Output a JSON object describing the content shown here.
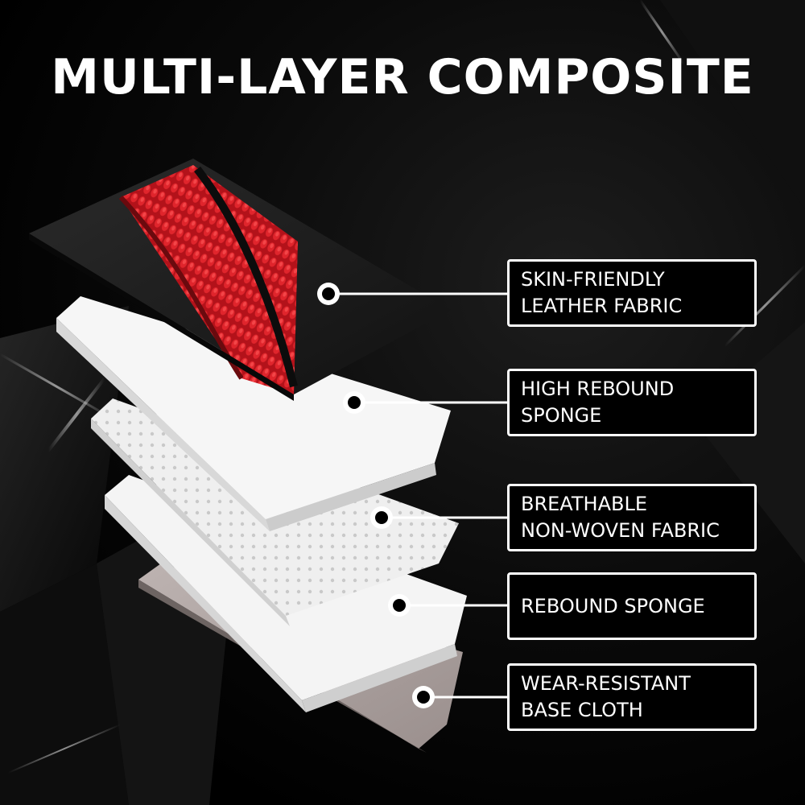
{
  "title": "MULTI-LAYER COMPOSITE",
  "layers": [
    {
      "label": "SKIN-FRIENDLY\nLEATHER FABRIC"
    },
    {
      "label": "HIGH REBOUND\nSPONGE"
    },
    {
      "label": "BREATHABLE\nNON-WOVEN FABRIC"
    },
    {
      "label": "REBOUND SPONGE"
    },
    {
      "label": "WEAR-RESISTANT\nBASE CLOTH"
    }
  ],
  "colors": {
    "background": "#000000",
    "label_border": "#ffffff",
    "label_text": "#ffffff",
    "leather": "#1c1c1c",
    "stitching": "#c0141a",
    "sponge": "#f2f2f2",
    "base_cloth": "#a89d9b"
  }
}
